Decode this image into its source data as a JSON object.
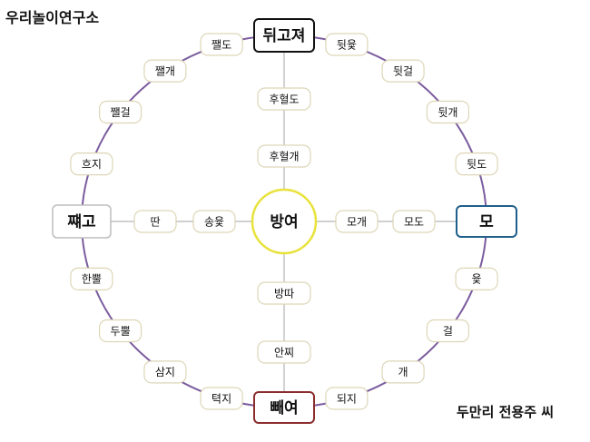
{
  "header": {
    "organization": "우리놀이연구소"
  },
  "footer": {
    "credit": "두만리 전용주 씨"
  },
  "colors": {
    "ring": "#7b5c9e",
    "spoke": "#b5b5b5",
    "small_border": "#ddd6b6",
    "top_corner": "#111111",
    "right_corner": "#1f5f8b",
    "bottom_corner": "#8b2d2d",
    "left_corner": "#bdbdbd",
    "center": "#e8e23a"
  },
  "board": {
    "center": "방여",
    "corners": {
      "top": "뒤고져",
      "right": "모",
      "bottom": "빼여",
      "left": "쨰고"
    },
    "outer_nodes": [
      "뒷윷",
      "뒷걸",
      "뒷개",
      "뒷도",
      "윷",
      "걸",
      "개",
      "되지",
      "텩지",
      "삼지",
      "두뿔",
      "한뿔",
      "흐지",
      "쨀걸",
      "쨀개",
      "쨀도"
    ],
    "spokes": {
      "top": [
        "후혈도",
        "후혈개"
      ],
      "right": [
        "모개",
        "모도"
      ],
      "bottom": [
        "방따",
        "안찌"
      ],
      "left": [
        "송윷",
        "딴"
      ]
    }
  }
}
